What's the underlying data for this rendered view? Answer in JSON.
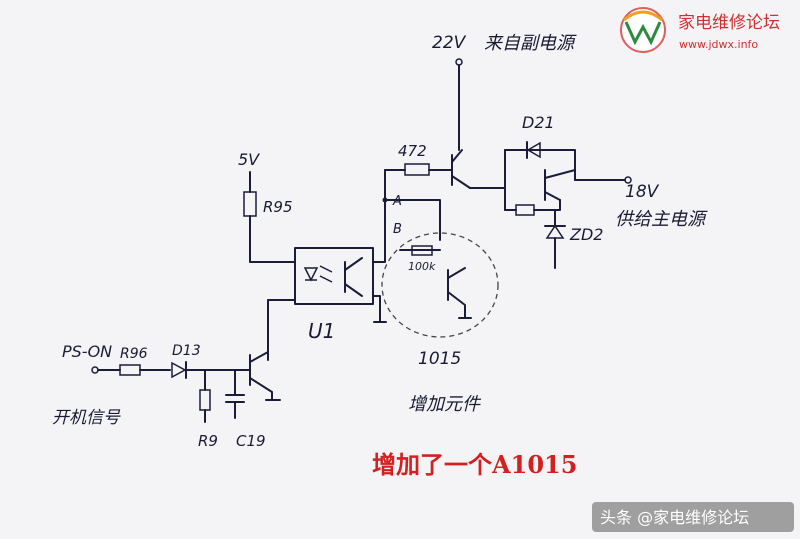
{
  "logo": {
    "name": "家电维修论坛",
    "url": "www.jdwx.info",
    "mark": "W"
  },
  "labels": {
    "v22": "22V",
    "aux_source": "来自副电源",
    "v5": "5V",
    "r95": "R95",
    "r472": "472",
    "d21": "D21",
    "v18": "18V",
    "zd2": "ZD2",
    "main_supply": "供给主电源",
    "point_a": "A",
    "point_b": "B",
    "r100k": "100k",
    "u1": "U1",
    "part_1015": "1015",
    "added_part": "增加元件",
    "ps_on": "PS-ON",
    "r96": "R96",
    "d13": "D13",
    "power_signal": "开机信号",
    "r9": "R9",
    "c19": "C19"
  },
  "caption": "增加了一个A1015",
  "watermark": "头条 @家电维修论坛"
}
